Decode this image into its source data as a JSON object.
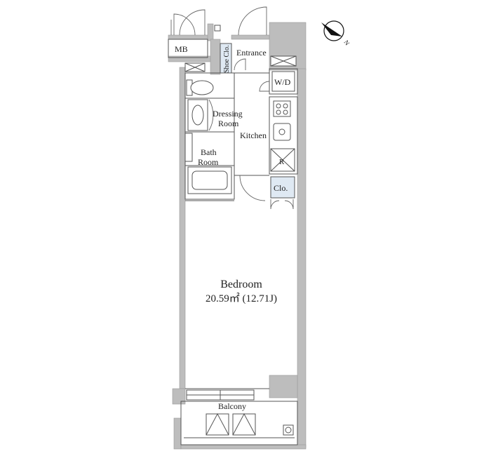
{
  "labels": {
    "mb": "MB",
    "shoe_closet": "Shoe Clo.",
    "entrance": "Entrance",
    "washer_dryer": "W/D",
    "dressing_room_line1": "Dressing",
    "dressing_room_line2": "Room",
    "kitchen": "Kitchen",
    "bath_room_line1": "Bath",
    "bath_room_line2": "Room",
    "refrigerator": "R",
    "closet": "Clo.",
    "bedroom": "Bedroom",
    "bedroom_area": "20.59㎡ (12.71J)",
    "balcony": "Balcony",
    "compass_n": "N"
  },
  "colors": {
    "wall": "#bdbdbd",
    "closet_fill": "#dfe9f3",
    "line": "#555555",
    "compass": "#111111"
  }
}
